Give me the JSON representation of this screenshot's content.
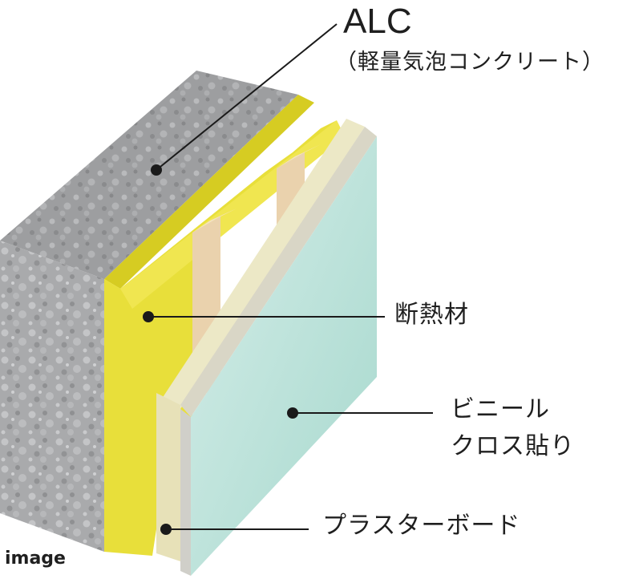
{
  "labels": {
    "alc_title": "ALC",
    "alc_sub": "（軽量気泡コンクリート）",
    "insulation": "断熱材",
    "vinyl_line1": "ビニール",
    "vinyl_line2": "クロス貼り",
    "plasterboard": "プラスターボード",
    "image_note": "image"
  },
  "colors": {
    "concrete_front": "#a9aaac",
    "concrete_top": "#9a9b9d",
    "insulation": "#e8df3a",
    "insulation_dark": "#c9bf1c",
    "stud": "#ead2ad",
    "plasterboard": "#ece8c6",
    "cloth_face": "#bfe3dc",
    "leader": "#1a1a1a"
  }
}
